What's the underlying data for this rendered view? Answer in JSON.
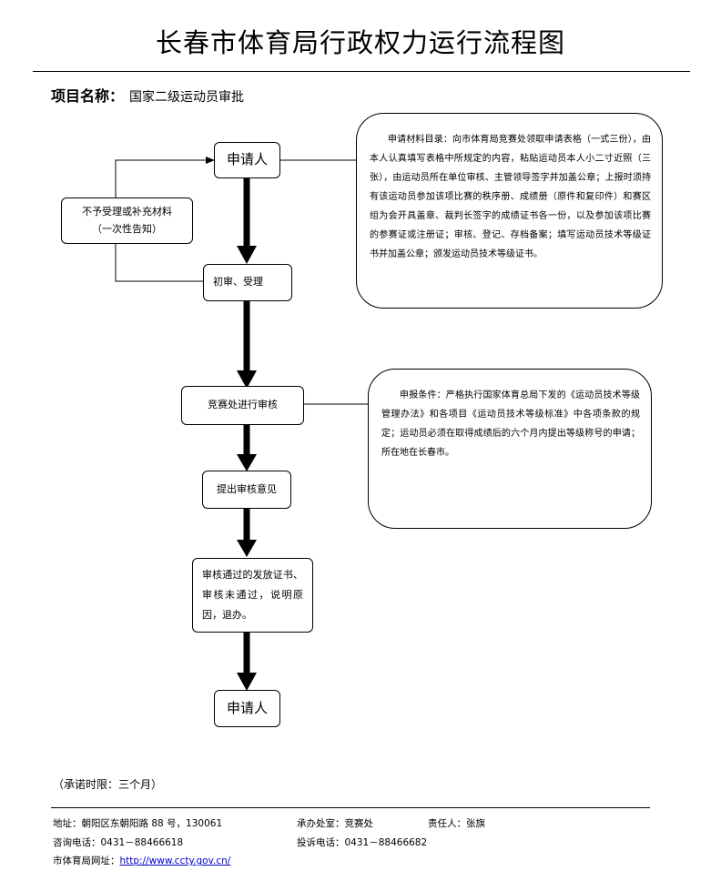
{
  "title": "长春市体育局行政权力运行流程图",
  "project": {
    "label": "项目名称：",
    "value": "国家二级运动员审批"
  },
  "flow": {
    "applicant_top": "申请人",
    "reject_line1": "不予受理或补充材料",
    "reject_line2": "（一次性告知）",
    "first_review": "初审、受理",
    "review": "竞赛处进行审核",
    "opinion": "提出审核意见",
    "result": "审核通过的发放证书、审核未通过，说明原因，退办。",
    "applicant_bottom": "申请人"
  },
  "notes": {
    "materials": "申请材料目录：向市体育局竞赛处领取申请表格（一式三份），由本人认真填写表格中所规定的内容，粘贴运动员本人小二寸近照（三张），由运动员所在单位审核、主管领导签字并加盖公章；上报时须持有该运动员参加该项比赛的秩序册、成绩册（原件和复印件）和赛区组为会开具盖章、裁判长签字的成绩证书各一份，以及参加该项比赛的参赛证或注册证；审核、登记、存档备案；填写运动员技术等级证书并加盖公章；颁发运动员技术等级证书。",
    "conditions": "申报条件：严格执行国家体育总局下发的《运动员技术等级管理办法》和各项目《运动员技术等级标准》中各项条款的规定；运动员必须在取得成绩后的六个月内提出等级称号的申请；所在地在长春市。"
  },
  "promise": "（承诺时限：三个月）",
  "footer": {
    "address": "地址：朝阳区东朝阳路 88 号，130061",
    "office": "承办处室：竞赛处",
    "responsible": "责任人：张旗",
    "consult": "咨询电话：0431－88466618",
    "complaint": "投诉电话：0431－88466682",
    "website_label": "市体育局网址：",
    "website_url": "http://www.ccty.gov.cn/"
  }
}
